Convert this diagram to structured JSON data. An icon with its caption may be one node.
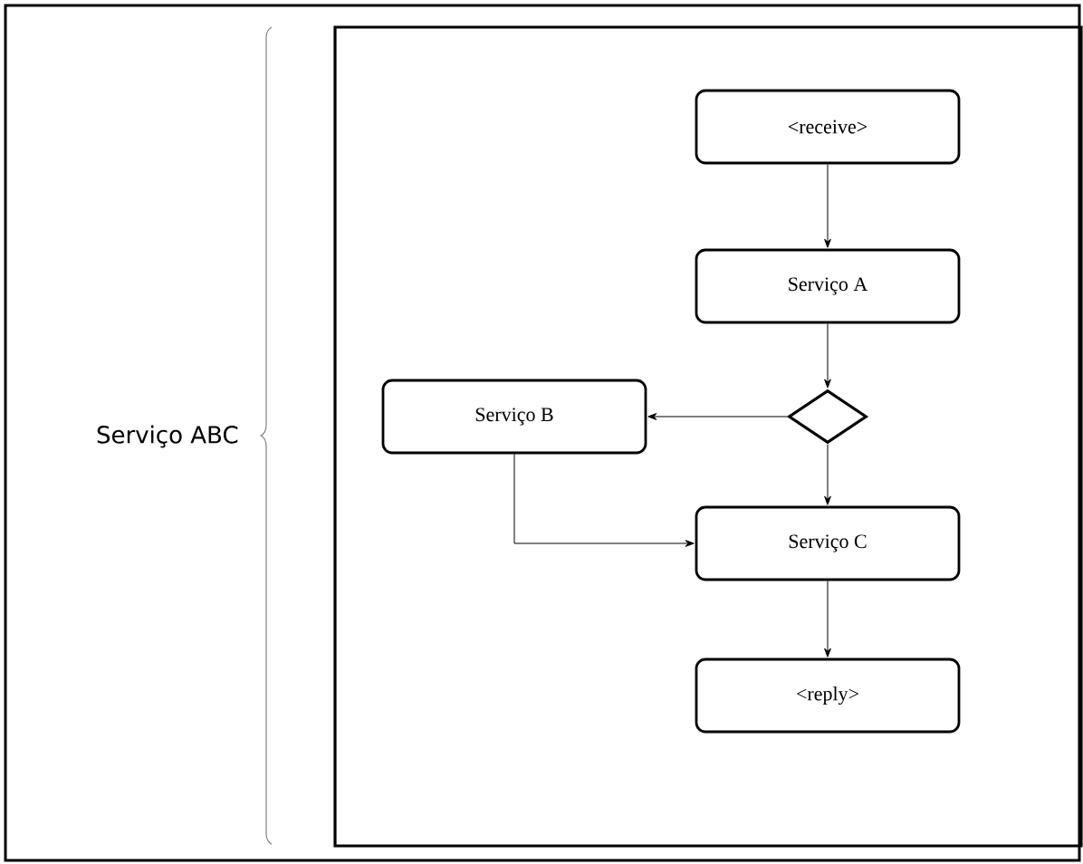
{
  "diagram": {
    "nodes": [
      {
        "text": [],
        "shape": "box"
      },
      {
        "text": [
          "<receive>"
        ],
        "in": 0
      },
      {
        "text": [
          "Serviço A"
        ],
        "in": 0
      },
      {
        "text": [],
        "shape": "diamond",
        "in": 0
      },
      {
        "text": [
          "Serviço B"
        ],
        "in": 0
      },
      {
        "text": [
          "Serviço C"
        ],
        "in": 0
      },
      {
        "text": [
          "<reply>"
        ],
        "in": 0
      }
    ],
    "edges": [
      {
        "from": 1,
        "to": 2,
        "arrow": "to"
      },
      {
        "from": 2,
        "to": 3,
        "arrow": "to"
      },
      {
        "from": 3,
        "to": 4,
        "arrow": "to"
      },
      {
        "from": 3,
        "to": 5,
        "arrow": "to"
      },
      {
        "from": 4,
        "to": 5,
        "arrow": "to"
      },
      {
        "from": 5,
        "to": 6,
        "arrow": "to"
      }
    ],
    "labels": [
      "Serviço ABC"
    ]
  }
}
